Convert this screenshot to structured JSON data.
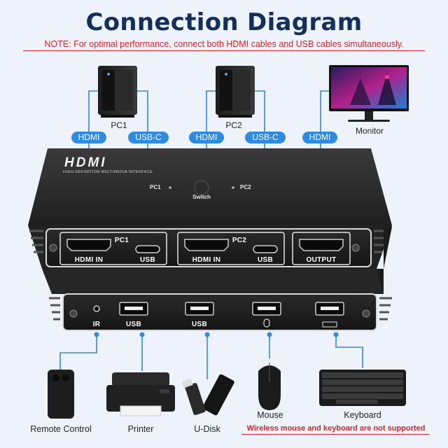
{
  "title": "Connection Diagram",
  "note": "NOTE: For optimal performance, connect both HDMI cables and USB cables simultaneously.",
  "devices": {
    "pc1": "PC1",
    "pc2": "PC2",
    "monitor": "Monitor"
  },
  "cable_labels": {
    "pc1_hdmi": "HDMI",
    "pc1_usbc": "USB-C",
    "pc2_hdmi": "HDMI",
    "pc2_usbc": "USB-C",
    "monitor_hdmi": "HDMI"
  },
  "switch_front": {
    "logo": "HDMI",
    "logo_sub": "HIGH-DEFINITION MULTIMEDIA INTERFACE",
    "led_pc1": "PC1",
    "led_pc2": "PC2",
    "button_label": "Switch",
    "ports": {
      "pc1_group": "PC1",
      "pc1_hdmi": "HDMI IN",
      "pc1_usb": "USB",
      "pc2_group": "PC2",
      "pc2_hdmi": "HDMI IN",
      "pc2_usb": "USB",
      "output": "OUTPUT"
    }
  },
  "switch_back": {
    "ports": {
      "ir": "IR",
      "usb1": "USB",
      "usb2": "USB"
    }
  },
  "peripherals": {
    "remote": "Remote Control",
    "printer": "Printer",
    "udisk": "U-Disk",
    "mouse": "Mouse",
    "keyboard": "Keyboard"
  },
  "warning": "Wireless mouse and keyboard are not supported",
  "colors": {
    "title": "#14305a",
    "note": "#d8262a",
    "cable": "#2f8ae0",
    "device_body": "#2b2b2b"
  }
}
